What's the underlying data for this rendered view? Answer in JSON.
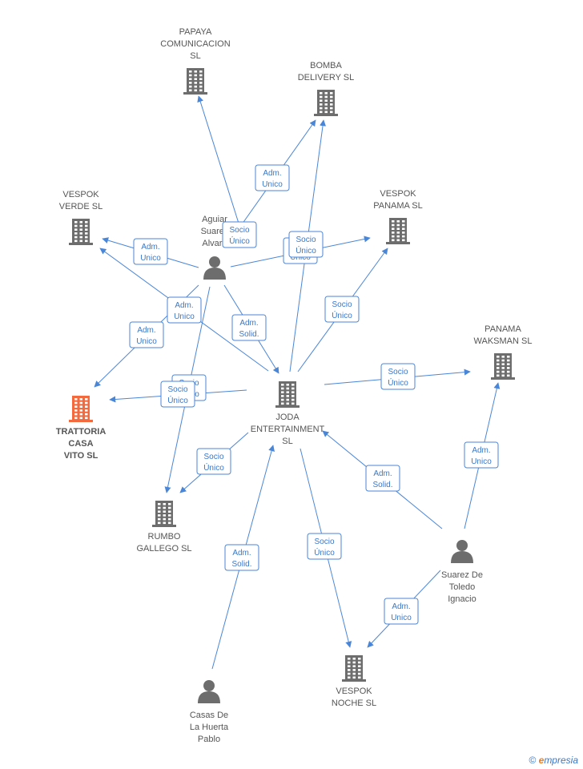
{
  "colors": {
    "edge": "#4a86d8",
    "company": "#6d6d6d",
    "highlight_company": "#f26a3d",
    "person": "#6d6d6d"
  },
  "nodes": [
    {
      "id": "papaya",
      "type": "company",
      "lines": [
        "PAPAYA",
        "COMUNICACION",
        "SL"
      ]
    },
    {
      "id": "bomba",
      "type": "company",
      "lines": [
        "BOMBA",
        "DELIVERY  SL"
      ]
    },
    {
      "id": "verde",
      "type": "company",
      "lines": [
        "VESPOK",
        "VERDE  SL"
      ]
    },
    {
      "id": "panama",
      "type": "company",
      "lines": [
        "VESPOK",
        "PANAMA  SL"
      ]
    },
    {
      "id": "aguiar",
      "type": "person",
      "lines": [
        "Aguiar",
        "Suarez",
        "Alvaro"
      ]
    },
    {
      "id": "waksman",
      "type": "company",
      "lines": [
        "PANAMA",
        "WAKSMAN  SL"
      ]
    },
    {
      "id": "trattoria",
      "type": "company",
      "highlight": true,
      "lines": [
        "TRATTORIA",
        "CASA",
        "VITO  SL"
      ]
    },
    {
      "id": "joda",
      "type": "company",
      "lines": [
        "JODA",
        "ENTERTAINMENT",
        "SL"
      ]
    },
    {
      "id": "rumbo",
      "type": "company",
      "lines": [
        "RUMBO",
        "GALLEGO  SL"
      ]
    },
    {
      "id": "suarez",
      "type": "person",
      "lines": [
        "Suarez De",
        "Toledo",
        "Ignacio"
      ]
    },
    {
      "id": "noche",
      "type": "company",
      "lines": [
        "VESPOK",
        "NOCHE  SL"
      ]
    },
    {
      "id": "casas",
      "type": "person",
      "lines": [
        "Casas De",
        "La Huerta",
        "Pablo"
      ]
    }
  ],
  "edges": [
    {
      "from": "aguiar",
      "to": "papaya",
      "lines": [
        "Socio",
        "Único"
      ]
    },
    {
      "from": "aguiar",
      "to": "bomba",
      "lines": [
        "Adm.",
        "Unico"
      ]
    },
    {
      "from": "aguiar",
      "to": "verde",
      "lines": [
        "Adm.",
        "Unico"
      ]
    },
    {
      "from": "aguiar",
      "to": "panama",
      "lines": [
        "Adm.",
        "Unico"
      ]
    },
    {
      "from": "aguiar",
      "to": "trattoria",
      "lines": [
        "Adm.",
        "Unico"
      ]
    },
    {
      "from": "aguiar",
      "to": "joda",
      "lines": [
        "Adm.",
        "Solid."
      ]
    },
    {
      "from": "aguiar",
      "to": "rumbo",
      "lines": [
        "Adm.",
        "Unico"
      ]
    },
    {
      "from": "joda",
      "to": "bomba",
      "lines": [
        "Socio",
        "Único"
      ]
    },
    {
      "from": "joda",
      "to": "panama",
      "lines": [
        "Socio",
        "Único"
      ]
    },
    {
      "from": "joda",
      "to": "verde",
      "lines": [
        "Socio",
        "Único"
      ]
    },
    {
      "from": "joda",
      "to": "trattoria",
      "lines": [
        "Socio",
        "Único"
      ]
    },
    {
      "from": "joda",
      "to": "waksman",
      "lines": [
        "Socio",
        "Único"
      ]
    },
    {
      "from": "joda",
      "to": "rumbo",
      "lines": [
        "Socio",
        "Único"
      ]
    },
    {
      "from": "joda",
      "to": "noche",
      "lines": [
        "Socio",
        "Único"
      ]
    },
    {
      "from": "suarez",
      "to": "joda",
      "lines": [
        "Adm.",
        "Solid."
      ]
    },
    {
      "from": "suarez",
      "to": "waksman",
      "lines": [
        "Adm.",
        "Unico"
      ]
    },
    {
      "from": "suarez",
      "to": "noche",
      "lines": [
        "Adm.",
        "Unico"
      ]
    },
    {
      "from": "casas",
      "to": "joda",
      "lines": [
        "Adm.",
        "Solid."
      ]
    }
  ],
  "footer": {
    "copyright": "©",
    "brand_first": "e",
    "brand_rest": "mpresia"
  }
}
